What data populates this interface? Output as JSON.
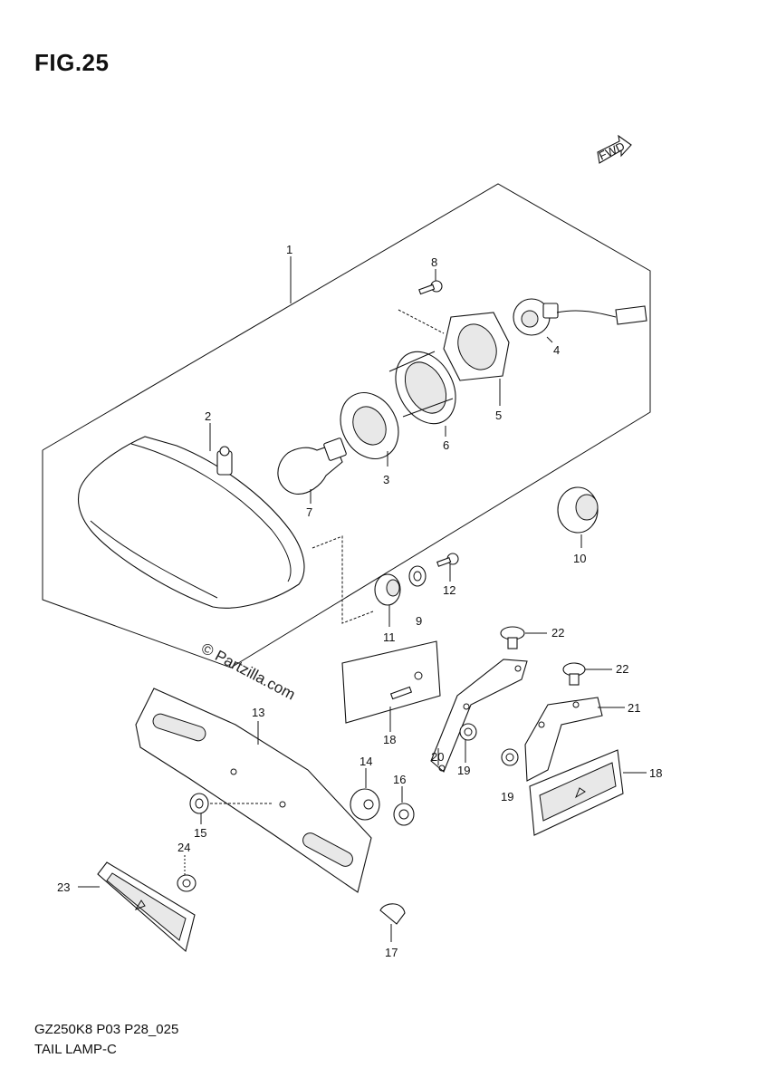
{
  "figure": {
    "title": "FIG.25"
  },
  "footer": {
    "model_code": "GZ250K8 P03 P28_025",
    "section_name": "TAIL LAMP-C"
  },
  "watermark": "© Partzilla.com",
  "direction_arrow": {
    "label": "FWD",
    "icon": "front-direction-arrow-icon"
  },
  "callouts": [
    {
      "id": "c1",
      "label": "1"
    },
    {
      "id": "c2",
      "label": "2"
    },
    {
      "id": "c3",
      "label": "3"
    },
    {
      "id": "c4",
      "label": "4"
    },
    {
      "id": "c5",
      "label": "5"
    },
    {
      "id": "c6",
      "label": "6"
    },
    {
      "id": "c7",
      "label": "7"
    },
    {
      "id": "c8",
      "label": "8"
    },
    {
      "id": "c9",
      "label": "9"
    },
    {
      "id": "c10",
      "label": "10"
    },
    {
      "id": "c11",
      "label": "11"
    },
    {
      "id": "c12",
      "label": "12"
    },
    {
      "id": "c13",
      "label": "13"
    },
    {
      "id": "c14",
      "label": "14"
    },
    {
      "id": "c15",
      "label": "15"
    },
    {
      "id": "c16",
      "label": "16"
    },
    {
      "id": "c17",
      "label": "17"
    },
    {
      "id": "c18a",
      "label": "18"
    },
    {
      "id": "c18b",
      "label": "18"
    },
    {
      "id": "c19a",
      "label": "19"
    },
    {
      "id": "c19b",
      "label": "19"
    },
    {
      "id": "c20",
      "label": "20"
    },
    {
      "id": "c21",
      "label": "21"
    },
    {
      "id": "c22a",
      "label": "22"
    },
    {
      "id": "c22b",
      "label": "22"
    },
    {
      "id": "c23",
      "label": "23"
    },
    {
      "id": "c24",
      "label": "24"
    }
  ]
}
